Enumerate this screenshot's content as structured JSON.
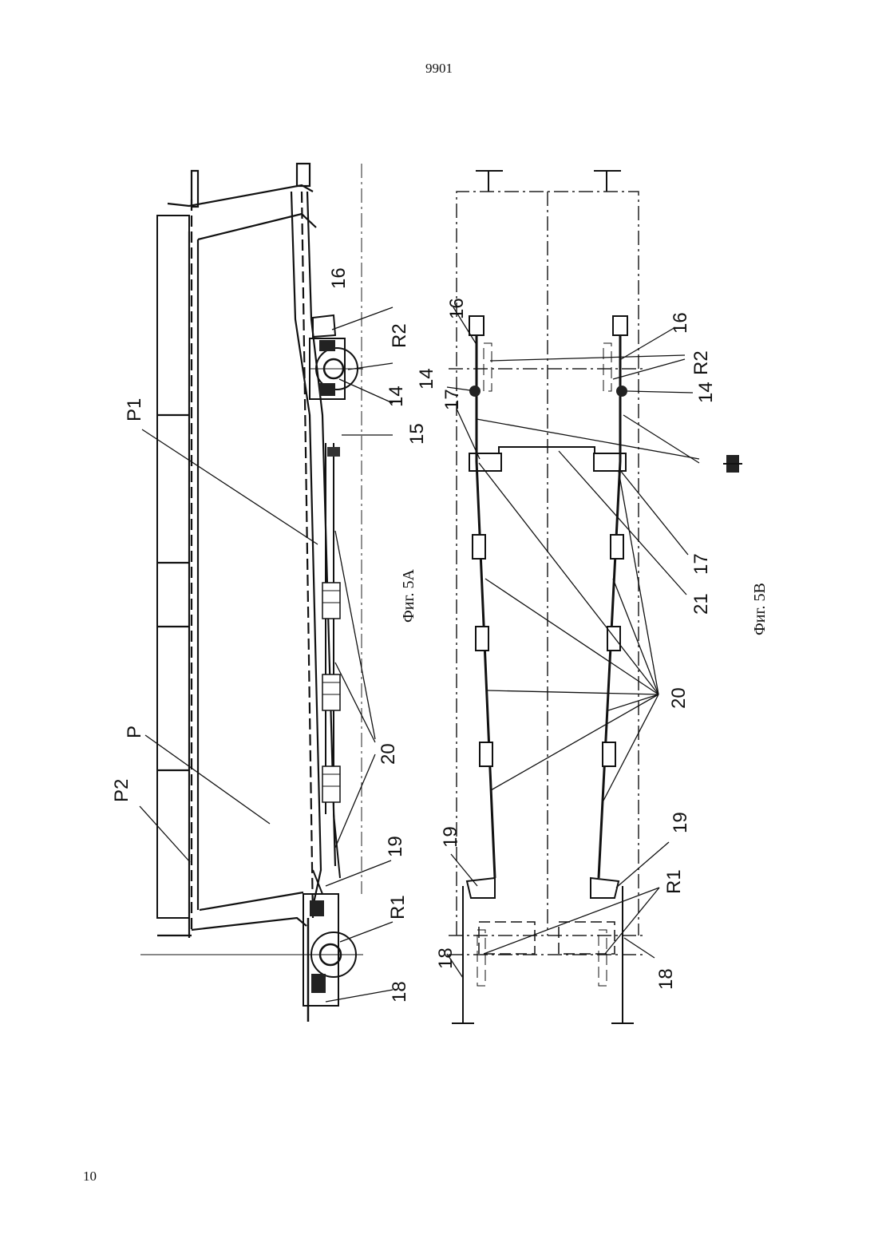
{
  "page": {
    "number": "9901",
    "index": "10"
  },
  "figure_a": {
    "caption": "Фиг. 5А",
    "labels": {
      "P": "P",
      "P1": "P1",
      "P2": "P2",
      "R1": "R1",
      "R2": "R2",
      "n14": "14",
      "n15": "15",
      "n16": "16",
      "n18": "18",
      "n19": "19",
      "n20": "20"
    }
  },
  "figure_b": {
    "caption": "Фиг. 5В",
    "labels": {
      "R1": "R1",
      "R2": "R2",
      "n14a": "14",
      "n14b": "14",
      "n16a": "16",
      "n16b": "16",
      "n17a": "17",
      "n17b": "17",
      "n18a": "18",
      "n18b": "18",
      "n19a": "19",
      "n19b": "19",
      "n20": "20",
      "n21": "21"
    }
  }
}
